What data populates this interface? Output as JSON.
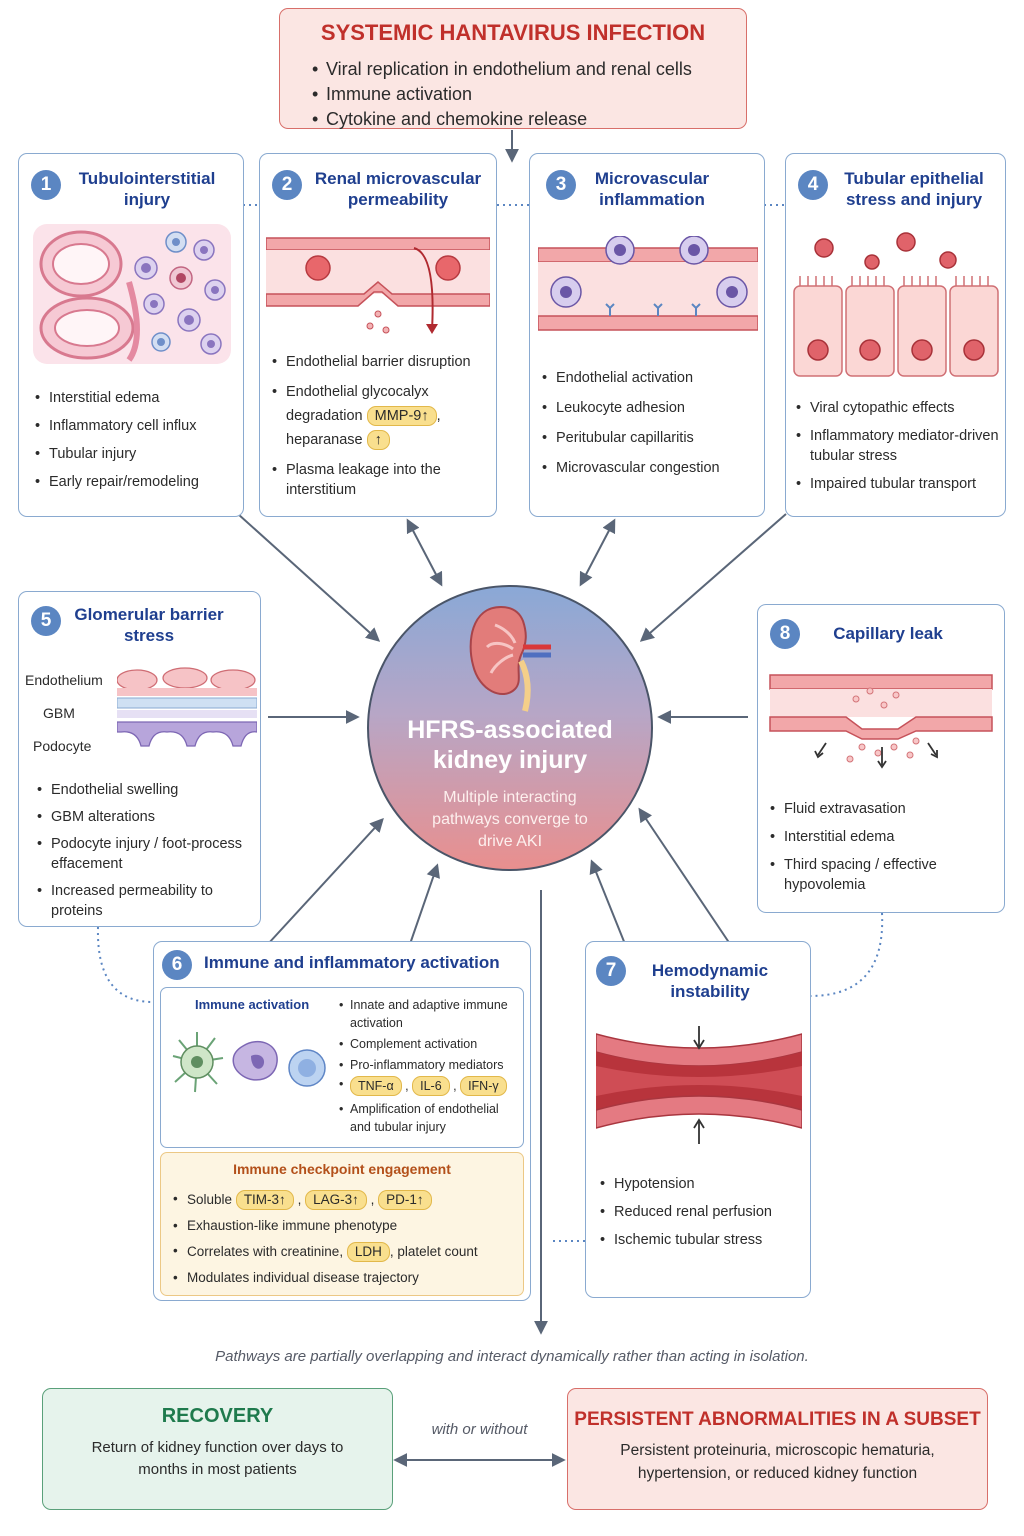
{
  "top": {
    "title": "SYSTEMIC HANTAVIRUS INFECTION",
    "bullets": [
      "Viral replication in endothelium and renal cells",
      "Immune activation",
      "Cytokine and chemokine release"
    ]
  },
  "center": {
    "title": "HFRS-associated kidney injury",
    "subtitle": "Multiple interacting pathways converge to drive AKI"
  },
  "panels": {
    "p1": {
      "num": "1",
      "title": "Tubulointerstitial injury",
      "bullets": [
        "Interstitial edema",
        "Inflammatory cell influx",
        "Tubular injury",
        "Early repair/remodeling"
      ]
    },
    "p2": {
      "num": "2",
      "title": "Renal microvascular permeability",
      "b1": "Endothelial barrier disruption",
      "b2_text": "Endothelial glycocalyx degradation",
      "b2_pill1": "MMP-9↑",
      "b2_mid": ",",
      "b2_text2": "heparanase",
      "b2_pill2": "↑",
      "b3": "Plasma leakage into the interstitium"
    },
    "p3": {
      "num": "3",
      "title": "Microvascular inflammation",
      "bullets": [
        "Endothelial activation",
        "Leukocyte adhesion",
        "Peritubular capillaritis",
        "Microvascular congestion"
      ]
    },
    "p4": {
      "num": "4",
      "title": "Tubular epithelial stress and injury",
      "bullets": [
        "Viral cytopathic effects",
        "Inflammatory mediator-driven tubular stress",
        "Impaired tubular transport"
      ]
    },
    "p5": {
      "num": "5",
      "title": "Glomerular barrier stress",
      "labels": [
        "Endothelium",
        "GBM",
        "Podocyte"
      ],
      "bullets": [
        "Endothelial swelling",
        "GBM alterations",
        "Podocyte injury / foot-process effacement",
        "Increased permeability to proteins"
      ]
    },
    "p6": {
      "num": "6",
      "title": "Immune and inflammatory activation",
      "immune_title": "Immune activation",
      "immune_bullets": [
        "Innate and adaptive immune activation",
        "Complement activation",
        "Pro-inflammatory mediators"
      ],
      "mediators": [
        "TNF-α",
        "IL-6",
        "IFN-γ"
      ],
      "immune_last": "Amplification of endothelial and tubular injury",
      "checkpoint_title": "Immune checkpoint engagement",
      "cp_soluble": "Soluble",
      "cp_pills": [
        "TIM-3↑",
        "LAG-3↑",
        "PD-1↑"
      ],
      "cp_b2": "Exhaustion-like immune phenotype",
      "cp_b3_pre": "Correlates with creatinine,",
      "cp_b3_pill": "LDH",
      "cp_b3_post": ", platelet count",
      "cp_b4": "Modulates individual disease trajectory"
    },
    "p7": {
      "num": "7",
      "title": "Hemodynamic instability",
      "bullets": [
        "Hypotension",
        "Reduced renal perfusion",
        "Ischemic tubular stress"
      ]
    },
    "p8": {
      "num": "8",
      "title": "Capillary leak",
      "bullets": [
        "Fluid extravasation",
        "Interstitial edema",
        "Third spacing / effective hypovolemia"
      ]
    }
  },
  "note": "Pathways are partially overlapping and interact dynamically rather than acting in isolation.",
  "recovery": {
    "title": "RECOVERY",
    "text": "Return of kidney function over days to months in most patients"
  },
  "connector": "with or without",
  "persistent": {
    "title": "PERSISTENT ABNORMALITIES IN A SUBSET",
    "text": "Persistent proteinuria, microscopic hematuria, hypertension, or reduced kidney function"
  },
  "colors": {
    "panel_title": "#1f3f8f",
    "panel_border": "#8aaad0",
    "badge": "#5b86c2",
    "top_title": "#c0302b",
    "recovery_title": "#1f7a4d",
    "persistent_title": "#c0302b",
    "pill": "#f9df8e",
    "checkpoint_title": "#b3501a"
  }
}
